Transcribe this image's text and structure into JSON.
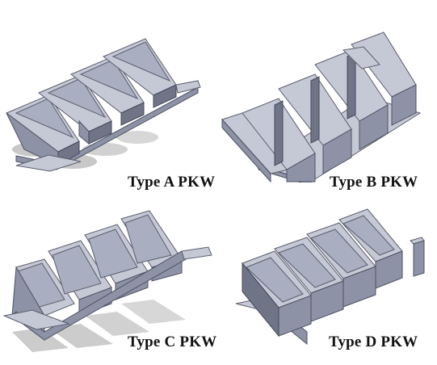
{
  "panels": [
    {
      "id": "A",
      "caption": "Type A PKW"
    },
    {
      "id": "B",
      "caption": "Type B PKW"
    },
    {
      "id": "C",
      "caption": "Type C PKW"
    },
    {
      "id": "D",
      "caption": "Type D PKW"
    }
  ],
  "colors": {
    "top_face": "#c5c9d6",
    "side_face": "#8d92a6",
    "dark_face": "#6f7487",
    "shadow": "#9a9a9a"
  }
}
